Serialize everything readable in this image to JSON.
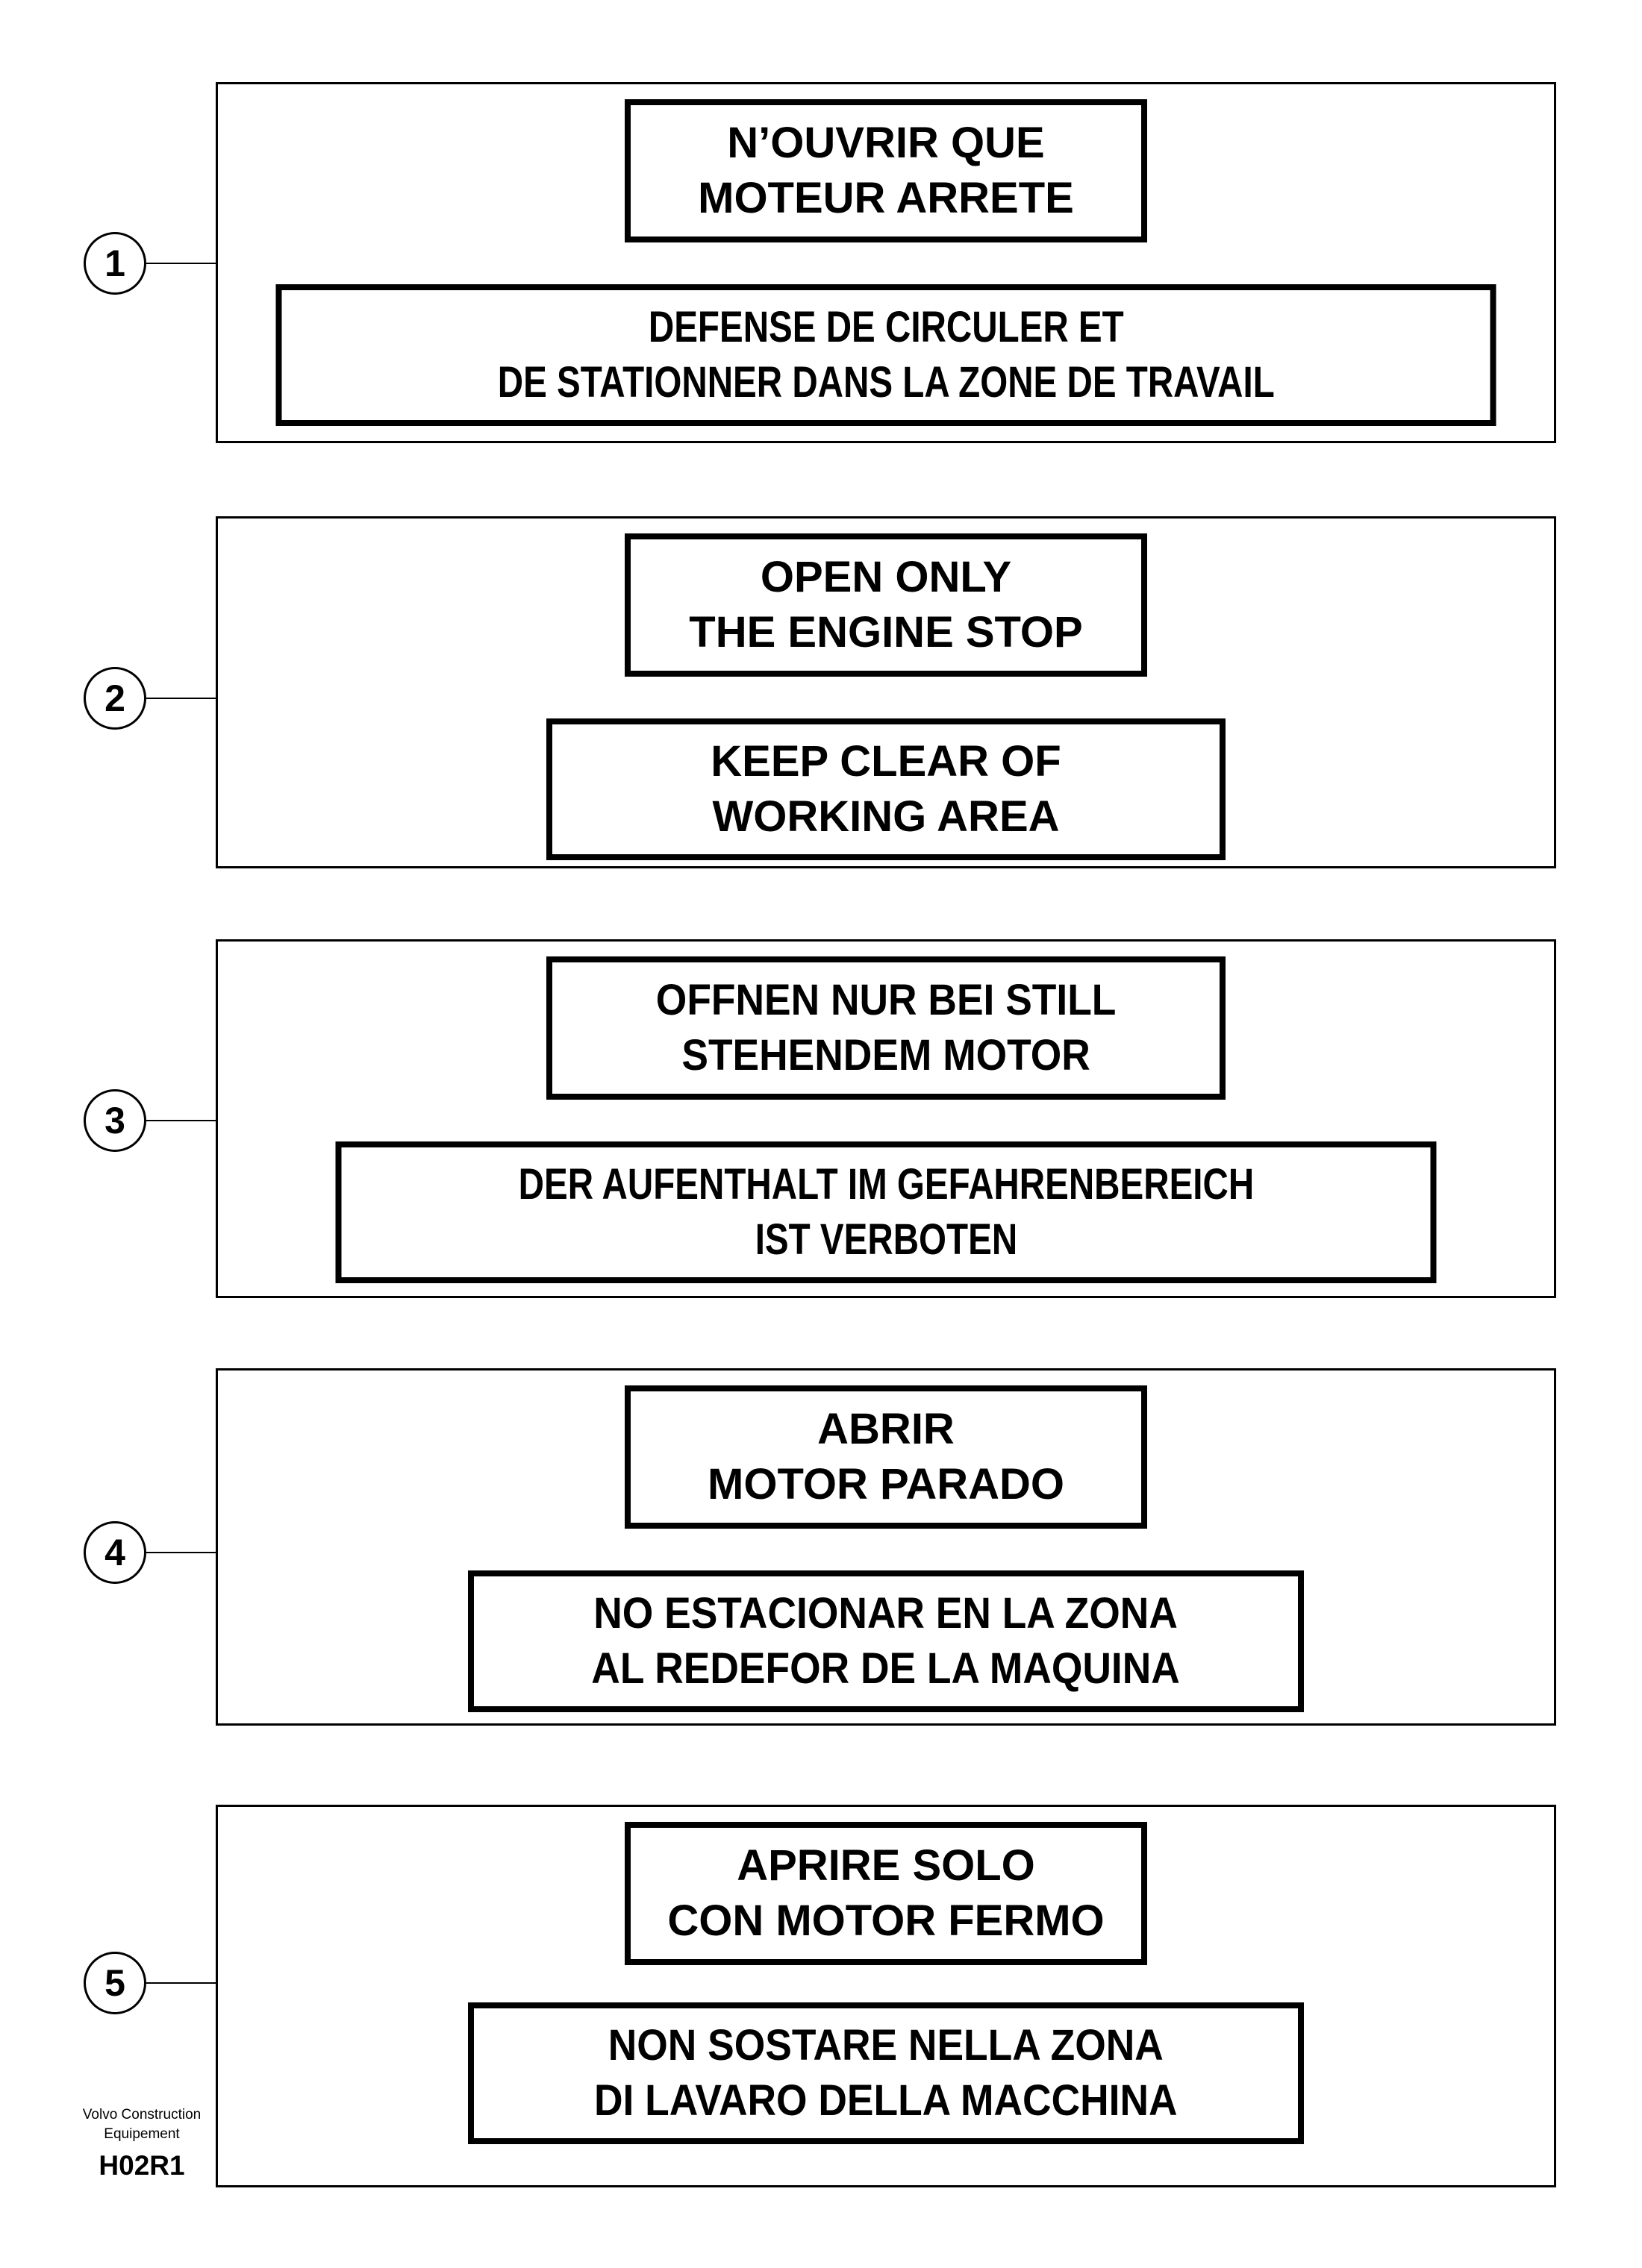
{
  "colors": {
    "ink": "#000000",
    "paper": "#ffffff"
  },
  "sections": [
    {
      "number": "1",
      "top_sign": {
        "line1": "N’OUVRIR QUE",
        "line2": "MOTEUR ARRETE"
      },
      "bottom_sign": {
        "line1": "DEFENSE DE CIRCULER ET",
        "line2": "DE STATIONNER DANS LA ZONE DE TRAVAIL"
      }
    },
    {
      "number": "2",
      "top_sign": {
        "line1": "OPEN ONLY",
        "line2": "THE ENGINE STOP"
      },
      "bottom_sign": {
        "line1": "KEEP CLEAR OF",
        "line2": "WORKING AREA"
      }
    },
    {
      "number": "3",
      "top_sign": {
        "line1": "OFFNEN NUR BEI STILL",
        "line2": "STEHENDEM MOTOR"
      },
      "bottom_sign": {
        "line1": "DER AUFENTHALT IM GEFAHRENBEREICH",
        "line2": "IST VERBOTEN"
      }
    },
    {
      "number": "4",
      "top_sign": {
        "line1": "ABRIR",
        "line2": "MOTOR PARADO"
      },
      "bottom_sign": {
        "line1": "NO ESTACIONAR EN LA ZONA",
        "line2": "AL REDEFOR DE LA MAQUINA"
      }
    },
    {
      "number": "5",
      "top_sign": {
        "line1": "APRIRE SOLO",
        "line2": "CON MOTOR FERMO"
      },
      "bottom_sign": {
        "line1": "NON SOSTARE NELLA ZONA",
        "line2": "DI LAVARO DELLA MACCHINA"
      }
    }
  ],
  "footer": {
    "company_line1": "Volvo Construction",
    "company_line2": "Equipement",
    "doc_code": "H02R1"
  }
}
